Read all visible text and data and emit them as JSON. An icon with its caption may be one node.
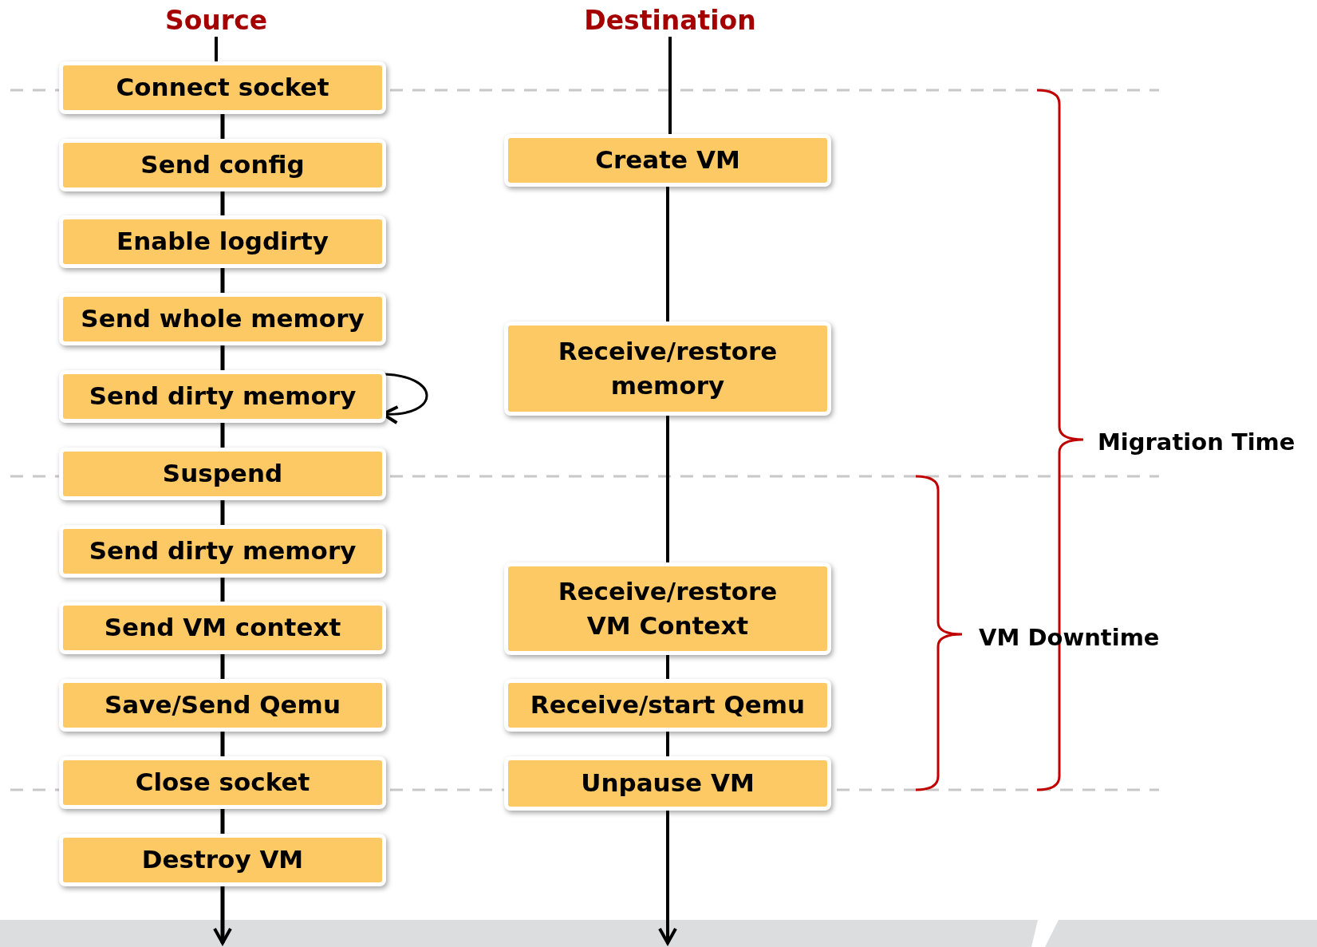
{
  "diagram": {
    "nodes": [
      {
        "text": [
          "Source"
        ]
      },
      {
        "text": [
          "Destination"
        ]
      },
      {
        "text": [
          "Connect socket"
        ]
      },
      {
        "text": [
          "Send config"
        ]
      },
      {
        "text": [
          "Enable logdirty"
        ]
      },
      {
        "text": [
          "Send whole memory"
        ]
      },
      {
        "text": [
          "Send dirty memory"
        ]
      },
      {
        "text": [
          "Suspend"
        ]
      },
      {
        "text": [
          "Send dirty memory"
        ]
      },
      {
        "text": [
          "Send VM context"
        ]
      },
      {
        "text": [
          "Save/Send Qemu"
        ]
      },
      {
        "text": [
          "Close socket"
        ]
      },
      {
        "text": [
          "Destroy VM"
        ]
      },
      {
        "text": [
          "Create VM"
        ]
      },
      {
        "text": [
          "Receive/restore memory"
        ]
      },
      {
        "text": [
          "Receive/restore VM Context"
        ]
      },
      {
        "text": [
          "Receive/start Qemu"
        ]
      },
      {
        "text": [
          "Unpause VM"
        ]
      }
    ],
    "edges": [
      {
        "from": 0,
        "to": 2,
        "arrow": "none"
      },
      {
        "from": 2,
        "to": 3,
        "arrow": "none"
      },
      {
        "from": 3,
        "to": 4,
        "arrow": "none"
      },
      {
        "from": 4,
        "to": 5,
        "arrow": "none"
      },
      {
        "from": 5,
        "to": 6,
        "arrow": "none"
      },
      {
        "from": 6,
        "to": 6,
        "arrow": "to"
      },
      {
        "from": 6,
        "to": 7,
        "arrow": "none"
      },
      {
        "from": 7,
        "to": 8,
        "arrow": "none"
      },
      {
        "from": 8,
        "to": 9,
        "arrow": "none"
      },
      {
        "from": 9,
        "to": 10,
        "arrow": "none"
      },
      {
        "from": 10,
        "to": 11,
        "arrow": "none"
      },
      {
        "from": 11,
        "to": 12,
        "arrow": "none"
      },
      {
        "from": 12,
        "to": null,
        "arrow": "to"
      },
      {
        "from": 1,
        "to": 13,
        "arrow": "none"
      },
      {
        "from": 13,
        "to": 14,
        "arrow": "none"
      },
      {
        "from": 14,
        "to": 15,
        "arrow": "none"
      },
      {
        "from": 15,
        "to": 16,
        "arrow": "none"
      },
      {
        "from": 16,
        "to": 17,
        "arrow": "none"
      },
      {
        "from": 17,
        "to": null,
        "arrow": "to"
      }
    ],
    "labels": [
      "Migration Time",
      "VM Downtime"
    ]
  }
}
